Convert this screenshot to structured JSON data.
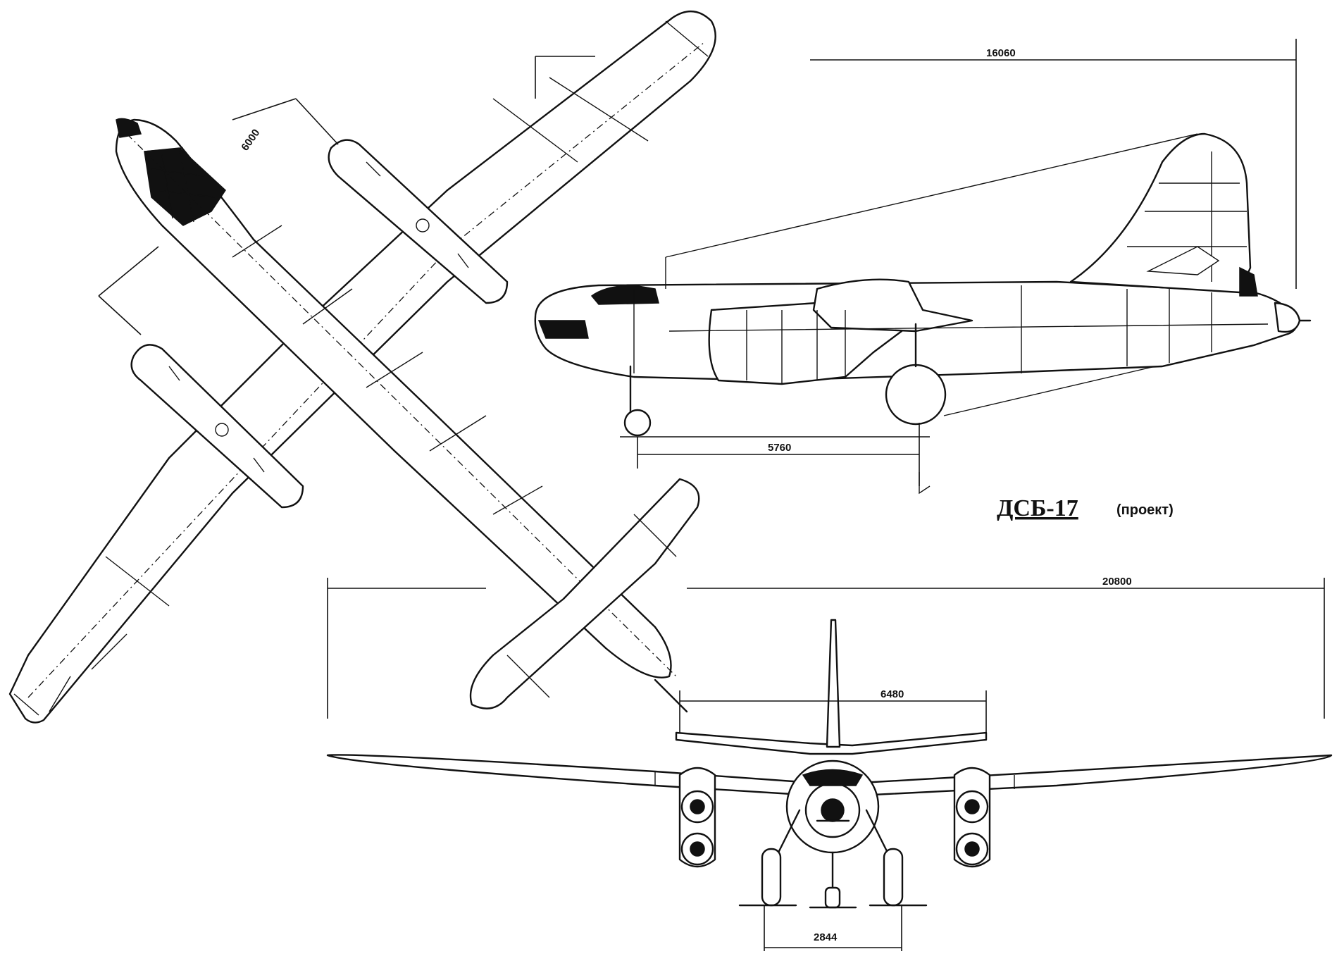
{
  "title": "ДСБ-17",
  "subtitle": "(проект)",
  "dimensions": {
    "side_length": "16060",
    "side_wheelbase": "5760",
    "front_span": "20800",
    "front_tail_span": "6480",
    "front_track": "2844",
    "top_nacelle_spacing": "6000"
  }
}
